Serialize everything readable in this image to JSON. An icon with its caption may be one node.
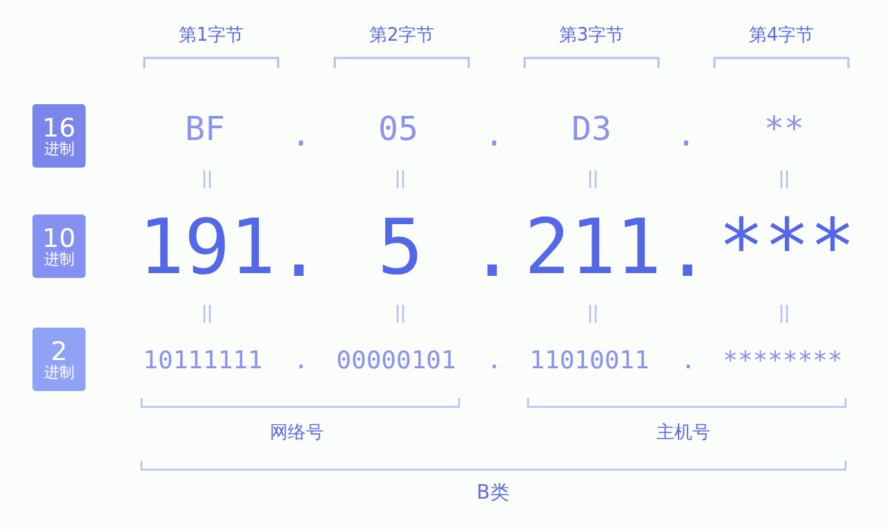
{
  "diagram": {
    "nodes": [
      {
        "text": [
          "16",
          "进制"
        ]
      },
      {
        "text": [
          "10",
          "进制"
        ]
      },
      {
        "text": [
          "2",
          "进制"
        ]
      }
    ],
    "labels": [
      "第1字节",
      "第2字节",
      "第3字节",
      "第4字节",
      "BF",
      ".",
      "05",
      ".",
      "D3",
      ".",
      "**",
      "191",
      ".",
      "5",
      ".",
      "211",
      ".",
      "***",
      "10111111",
      ".",
      "00000101",
      ".",
      "11010011",
      ".",
      "********",
      "网络号",
      "主机号",
      "B类"
    ]
  }
}
